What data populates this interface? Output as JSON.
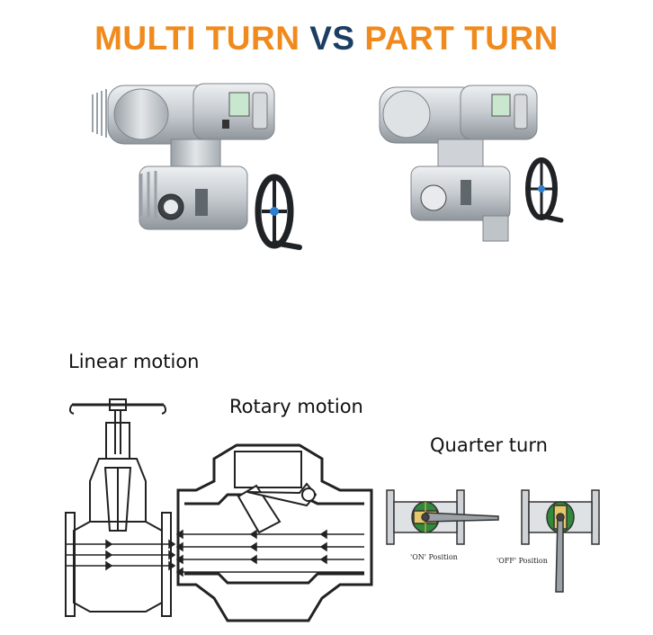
{
  "title": {
    "left": "MULTI TURN",
    "vs": "VS",
    "right": "PART TURN"
  },
  "colors": {
    "orange": "#f08a1d",
    "navy": "#1c3e63",
    "valve_green": "#2f8a3a",
    "metal": "#c9ced3"
  },
  "actuators": [
    {
      "name": "multi-turn-actuator"
    },
    {
      "name": "part-turn-actuator"
    }
  ],
  "diagrams": {
    "linear": {
      "label": "Linear motion"
    },
    "rotary": {
      "label": "Rotary motion"
    },
    "quarter": {
      "label": "Quarter turn",
      "on_label": "'ON' Position",
      "off_label": "'OFF' Position"
    }
  }
}
